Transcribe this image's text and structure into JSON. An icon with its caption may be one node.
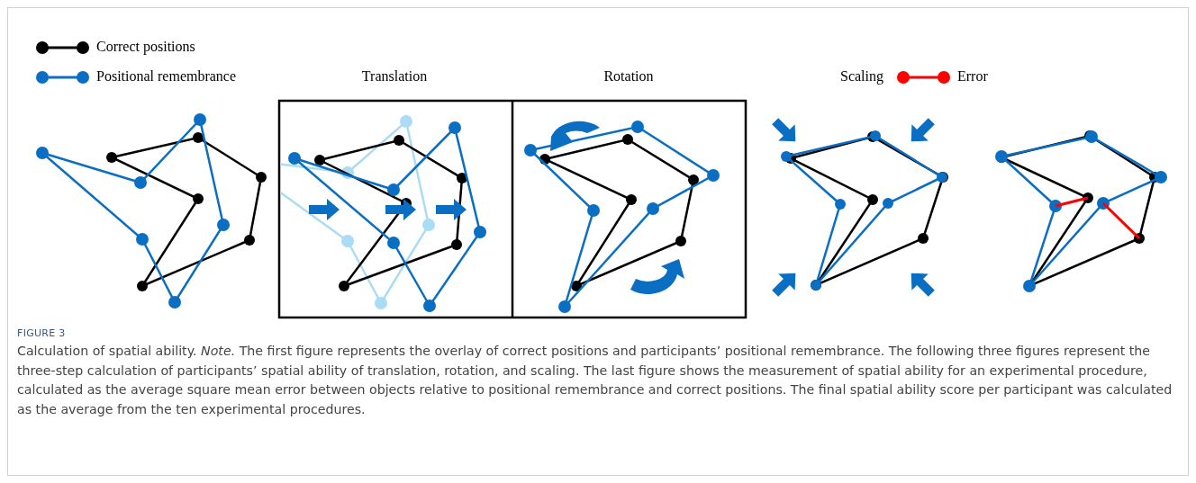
{
  "diagram": {
    "caption": "Calculation of spatial ability. *Note.* The first figure represents the overlay of correct positions and participants’ positional remembrance. The following three figures represent the three-step calculation of participants’ spatial ability of translation, rotation, and scaling. The last figure shows the measurement of spatial ability for an experimental procedure, calculated as the average square mean error between objects relative to positional remembrance and correct positions. The final spatial ability score per participant was calculated as the average from the ten experimental procedures.",
    "labels": [
      "Translation",
      "Rotation",
      "Scaling",
      "FIGURE 3"
    ],
    "legend": [
      {
        "text": "Correct positions"
      },
      {
        "text": "Positional remembrance"
      },
      {
        "text": "Error"
      }
    ]
  }
}
